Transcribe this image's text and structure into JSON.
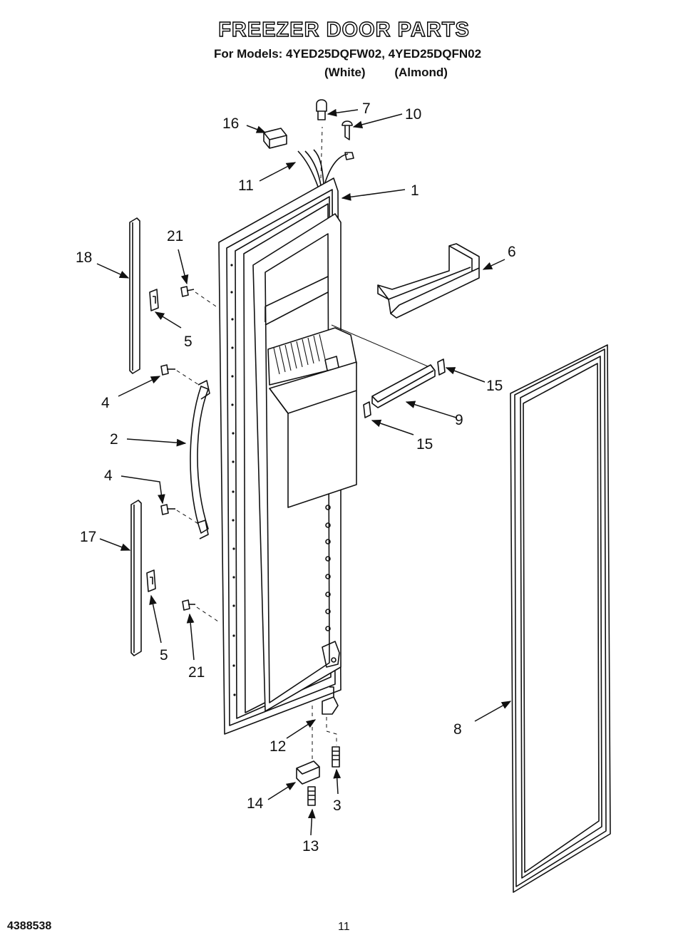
{
  "header": {
    "title": "FREEZER DOOR PARTS",
    "models": "For Models: 4YED25DQFW02, 4YED25DQFN02",
    "variant_white": "(White)",
    "variant_almond": "(Almond)"
  },
  "callouts": {
    "c1": "1",
    "c2": "2",
    "c3": "3",
    "c4a": "4",
    "c4b": "4",
    "c5a": "5",
    "c5b": "5",
    "c6": "6",
    "c7": "7",
    "c8": "8",
    "c9": "9",
    "c10": "10",
    "c11": "11",
    "c12": "12",
    "c13": "13",
    "c14": "14",
    "c15a": "15",
    "c15b": "15",
    "c16": "16",
    "c17": "17",
    "c18": "18",
    "c21a": "21",
    "c21b": "21"
  },
  "footer": {
    "doc_number": "4388538",
    "page_number": "11"
  }
}
